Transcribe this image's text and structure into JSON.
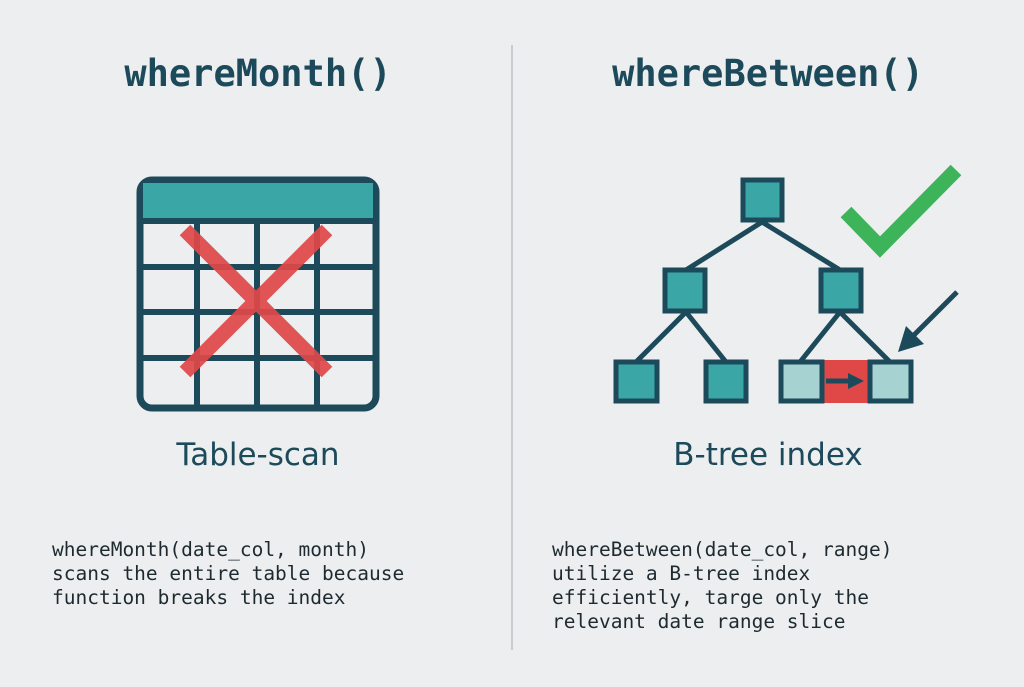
{
  "left": {
    "title": "whereMonth()",
    "label": "Table-scan",
    "icon": "table-with-red-x-icon",
    "description": [
      "whereMonth(date_col, month)",
      "scans the entire table because",
      "function breaks the index"
    ]
  },
  "right": {
    "title": "whereBetween()",
    "label": "B-tree index",
    "icon": "btree-with-checkmark-icon",
    "description": [
      "whereBetween(date_col, range)",
      "utilize a B-tree index",
      "efficiently, targe only the",
      "relevant date range slice"
    ]
  },
  "colors": {
    "background": "#eceeef",
    "dark": "#1c4a5a",
    "teal": "#3aa6a6",
    "light_teal": "#a6d3d2",
    "red": "#e04848",
    "green": "#3db35a"
  }
}
